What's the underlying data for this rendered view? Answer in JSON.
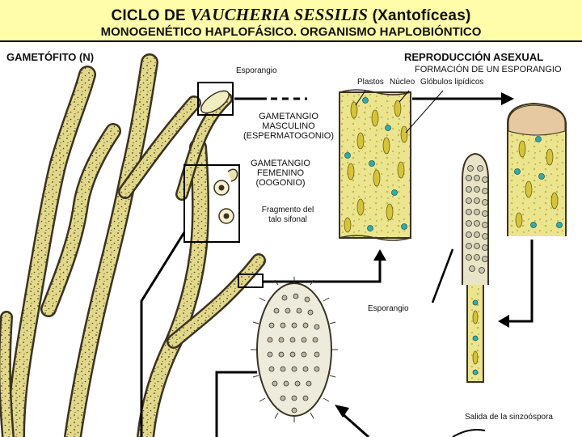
{
  "header": {
    "title_prefix": "CICLO DE ",
    "title_italic": "VAUCHERIA SESSILIS",
    "title_suffix": " (Xantofíceas)",
    "subtitle": "MONOGENÉTICO HAPLOFÁSICO. ORGANISMO HAPLOBIÓNTICO"
  },
  "labels": {
    "gametofito": "GAMETÓFITO (N)",
    "esporangio_top": "Esporangio",
    "gametangio_masc_1": "GAMETANGIO",
    "gametangio_masc_2": "MASCULINO",
    "gametangio_masc_3": "(ESPERMATOGONIO)",
    "gametangio_fem_1": "GAMETANGIO",
    "gametangio_fem_2": "FEMENINO",
    "gametangio_fem_3": "(OOGONIO)",
    "fragmento_1": "Fragmento del",
    "fragmento_2": "talo sifonal",
    "repro_asexual": "REPRODUCCIÓN ASEXUAL",
    "formacion": "FORMACIÓN DE UN ESPORANGIO",
    "plastos": "Plastos",
    "nucleo": "Núcleo",
    "globulos": "Glóbulos lipídicos",
    "esporangio_mid": "Esporangio",
    "salida": "Salida de la sinzoóspora"
  },
  "colors": {
    "header_bg": "#fffcaa",
    "filament_fill": "#e2d88a",
    "filament_stroke": "#3a3320",
    "cytoplasm": "#e9e38e",
    "plastid": "#d6c438",
    "nucleus": "#36a9a9",
    "cap": "#e6c9a0"
  }
}
